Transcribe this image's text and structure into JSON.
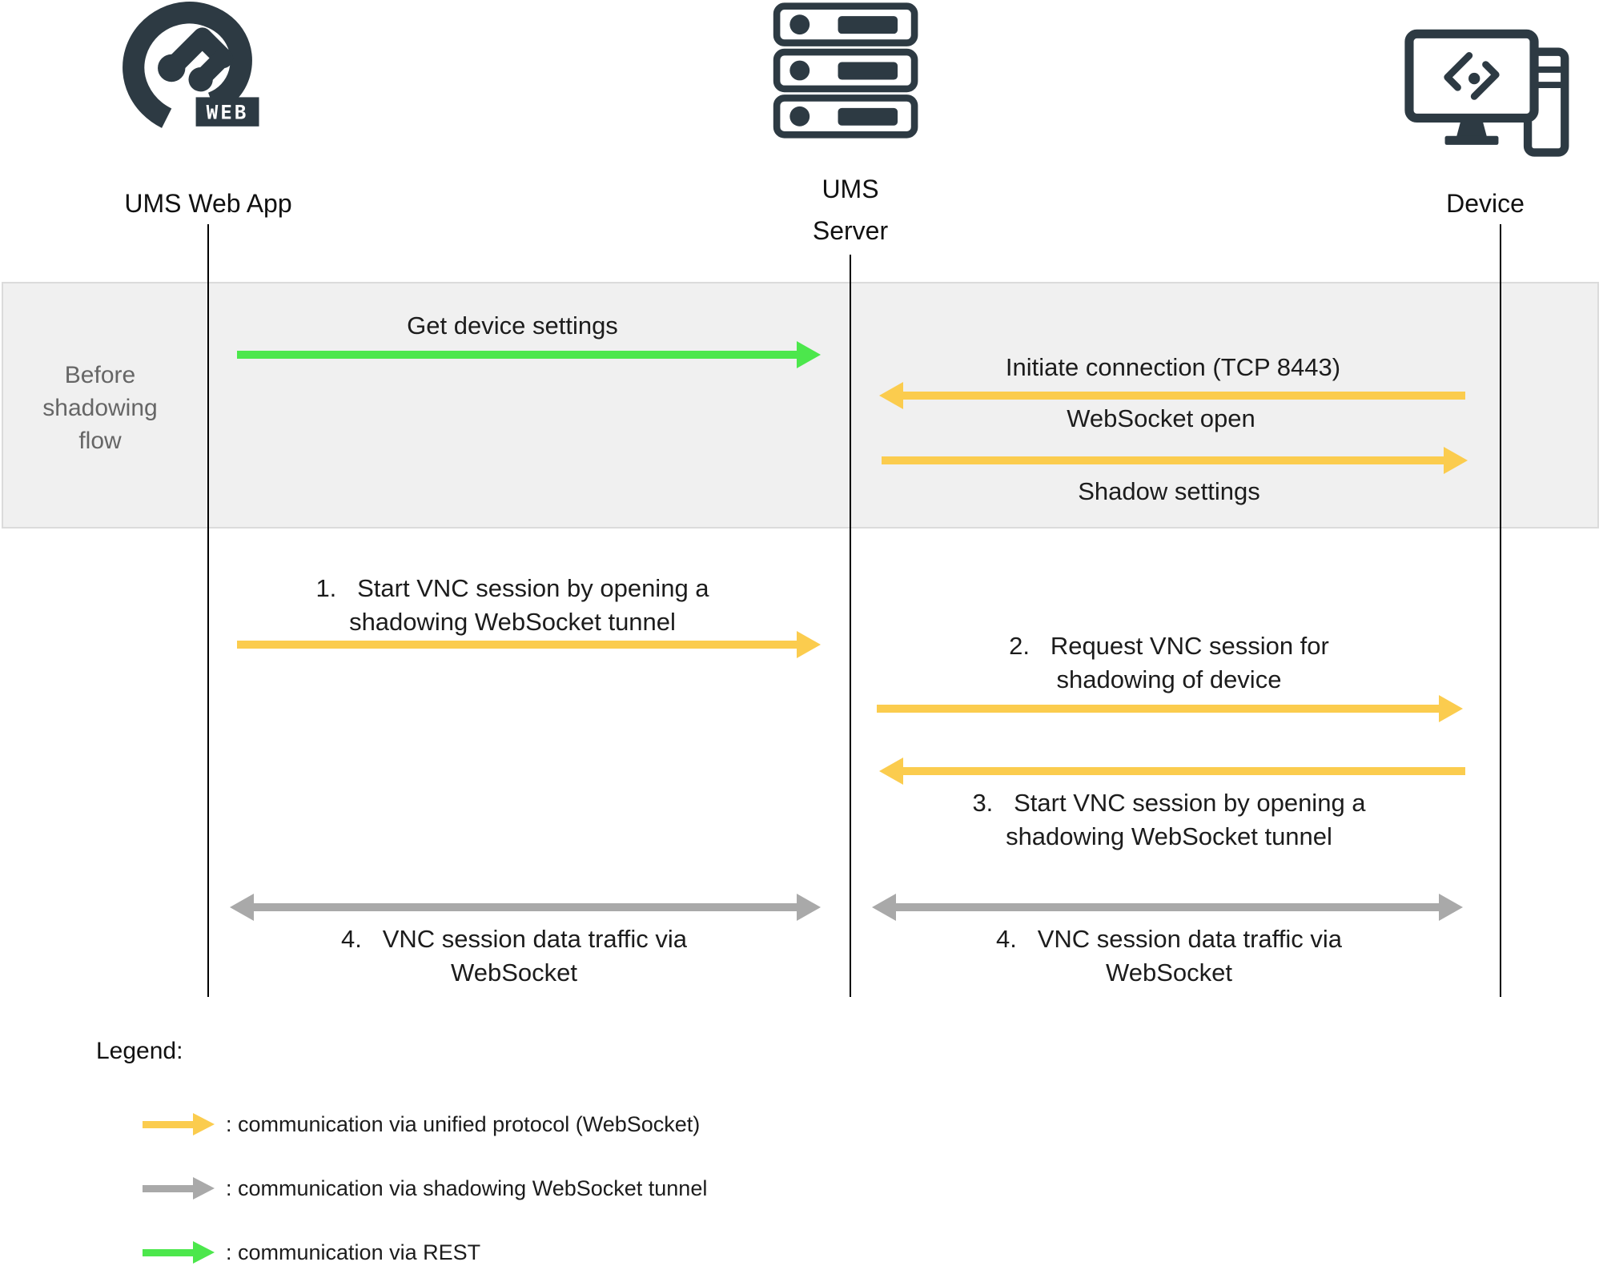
{
  "actors": {
    "web_app": {
      "label": "UMS Web App",
      "badge": "WEB"
    },
    "server": {
      "label": "UMS\nServer"
    },
    "device": {
      "label": "Device"
    }
  },
  "phase_band": {
    "label": "Before\nshadowing\nflow"
  },
  "messages": {
    "get_device_settings": "Get device settings",
    "initiate_connection": "Initiate connection (TCP 8443)",
    "websocket_open": "WebSocket open",
    "shadow_settings": "Shadow settings",
    "step1": "1.   Start VNC session by opening a\nshadowing WebSocket tunnel",
    "step2": "2.   Request VNC session for\nshadowing of device",
    "step3": "3.   Start VNC session by opening a\nshadowing WebSocket tunnel",
    "step4_left": "4.   VNC session data traffic via\nWebSocket",
    "step4_right": "4.   VNC session data traffic via\nWebSocket"
  },
  "legend": {
    "title": "Legend:",
    "items": [
      {
        "color": "#FBCC4E",
        "label": ": communication via unified protocol (WebSocket)"
      },
      {
        "color": "#A9A9A9",
        "label": ": communication via shadowing WebSocket tunnel"
      },
      {
        "color": "#4CE74C",
        "label": ": communication via REST"
      }
    ]
  },
  "colors": {
    "unified_protocol_arrow": "#FBCC4E",
    "shadow_tunnel_arrow": "#A9A9A9",
    "rest_arrow": "#4CE74C",
    "icon_dark": "#2D3A43",
    "band_background": "#F0F0F0",
    "band_text": "#666666"
  }
}
